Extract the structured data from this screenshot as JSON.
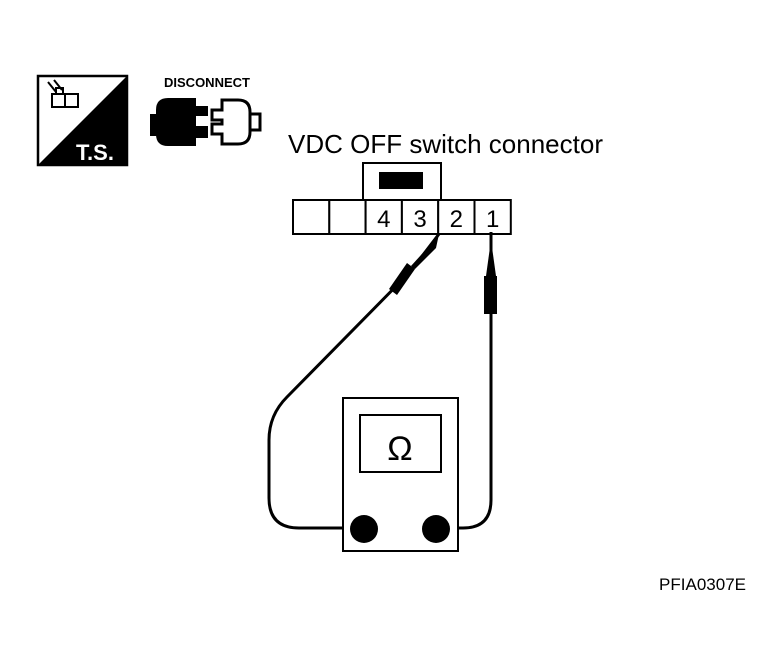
{
  "icons": {
    "ts_badge": {
      "icon": "trouble-shooting-icon",
      "label": "T.S."
    },
    "disconnect": {
      "icon": "disconnected-connector-icon",
      "label": "DISCONNECT"
    }
  },
  "connector": {
    "title": "VDC OFF switch connector",
    "terminals": [
      "",
      "",
      "4",
      "3",
      "2",
      "1"
    ]
  },
  "meter": {
    "unit_symbol": "Ω",
    "probe_terminals": [
      "2",
      "1"
    ]
  },
  "figure_code": "PFIA0307E",
  "colors": {
    "ink": "#000000",
    "background": "#ffffff"
  }
}
